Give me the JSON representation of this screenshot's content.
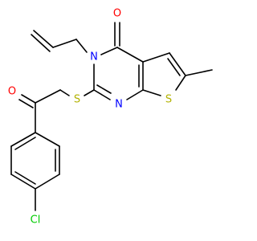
{
  "atoms": {
    "carbonyl_oxygen": "O",
    "ring_nitrogen": "N",
    "imine_nitrogen": "N",
    "thioether_sulfur": "S",
    "thiophene_sulfur": "S",
    "ketone_oxygen": "O",
    "chlorine": "Cl"
  },
  "colors": {
    "bond": "#000000",
    "oxygen": "#ff0000",
    "nitrogen": "#0000ff",
    "sulfur": "#b2b200",
    "chlorine": "#00cc00",
    "background": "#ffffff"
  }
}
